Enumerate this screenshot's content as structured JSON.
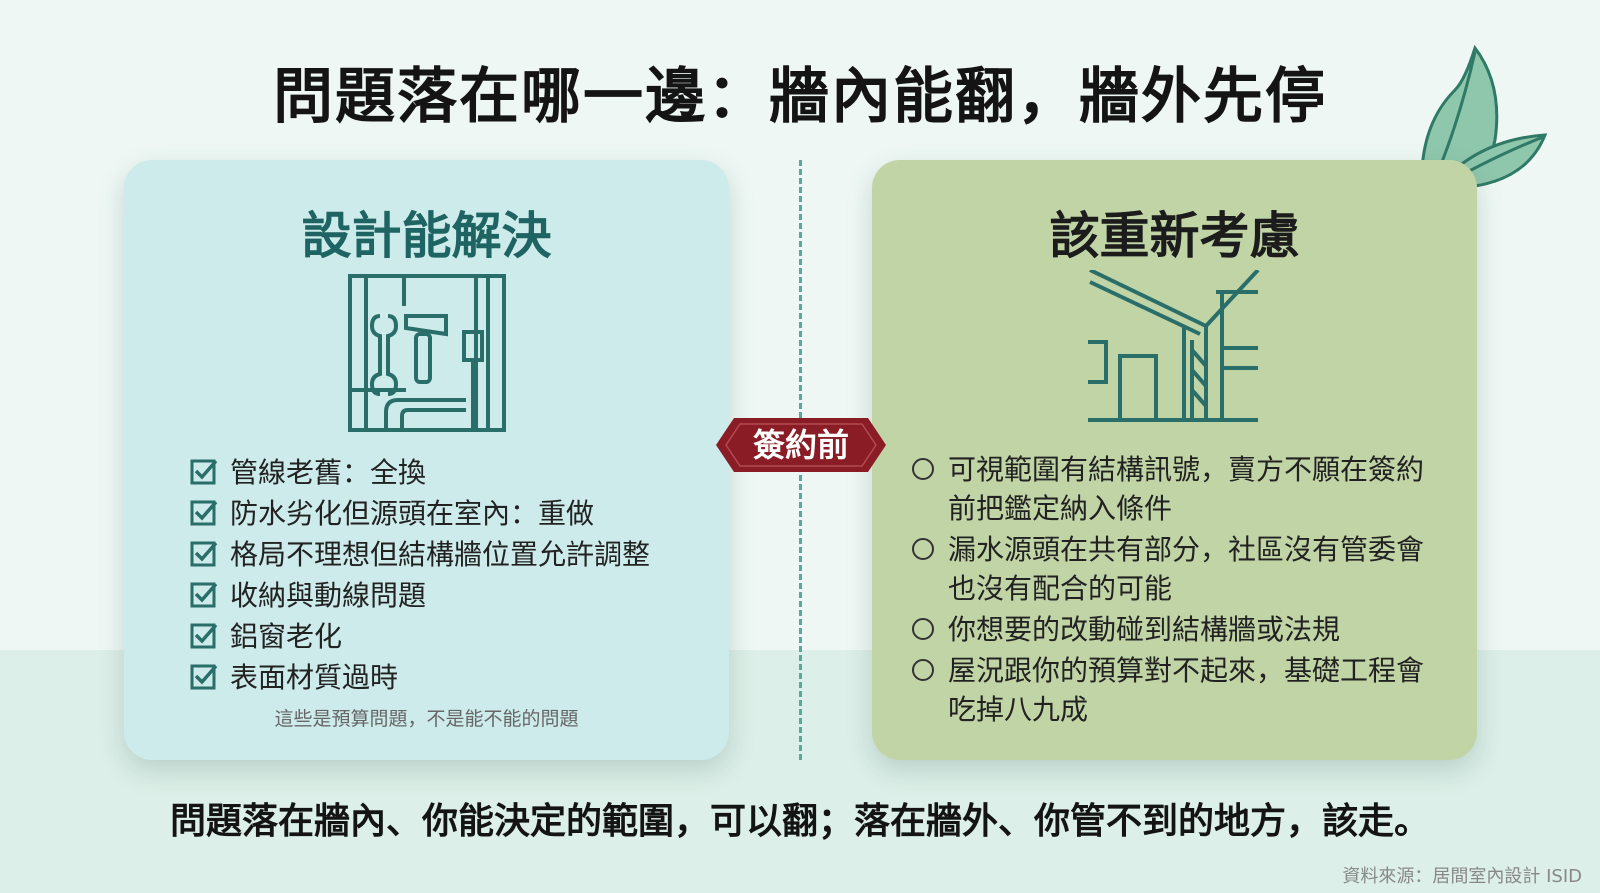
{
  "title": "問題落在哪一邊：牆內能翻，牆外先停",
  "left_panel": {
    "title": "設計能解決",
    "items": [
      "管線老舊：全換",
      "防水劣化但源頭在室內：重做",
      "格局不理想但結構牆位置允許調整",
      "收納與動線問題",
      "鋁窗老化",
      "表面材質過時"
    ],
    "note": "這些是預算問題，不是能不能的問題"
  },
  "center_badge": "簽約前",
  "right_panel": {
    "title": "該重新考慮",
    "items": [
      "可視範圍有結構訊號，賣方不願在簽約前把鑑定納入條件",
      "漏水源頭在共有部分，社區沒有管委會也沒有配合的可能",
      "你想要的改動碰到結構牆或法規",
      "屋況跟你的預算對不起來，基礎工程會吃掉八九成"
    ]
  },
  "conclusion": "問題落在牆內、你能決定的範圍，可以翻；落在牆外、你管不到的地方，該走。",
  "source": "資料來源：居間室內設計 ISID",
  "colors": {
    "left_card": "#cdebeb",
    "right_card": "#c1d4a6",
    "left_title": "#1e6462",
    "badge": "#8a1c25",
    "accent": "#2a6e6a"
  },
  "icons": {
    "left_illustration": "wall-tools-icon",
    "right_illustration": "house-structure-icon",
    "left_bullet": "checkbox-icon",
    "right_bullet": "circle-bullet-icon",
    "decoration": "leaf-icon"
  }
}
